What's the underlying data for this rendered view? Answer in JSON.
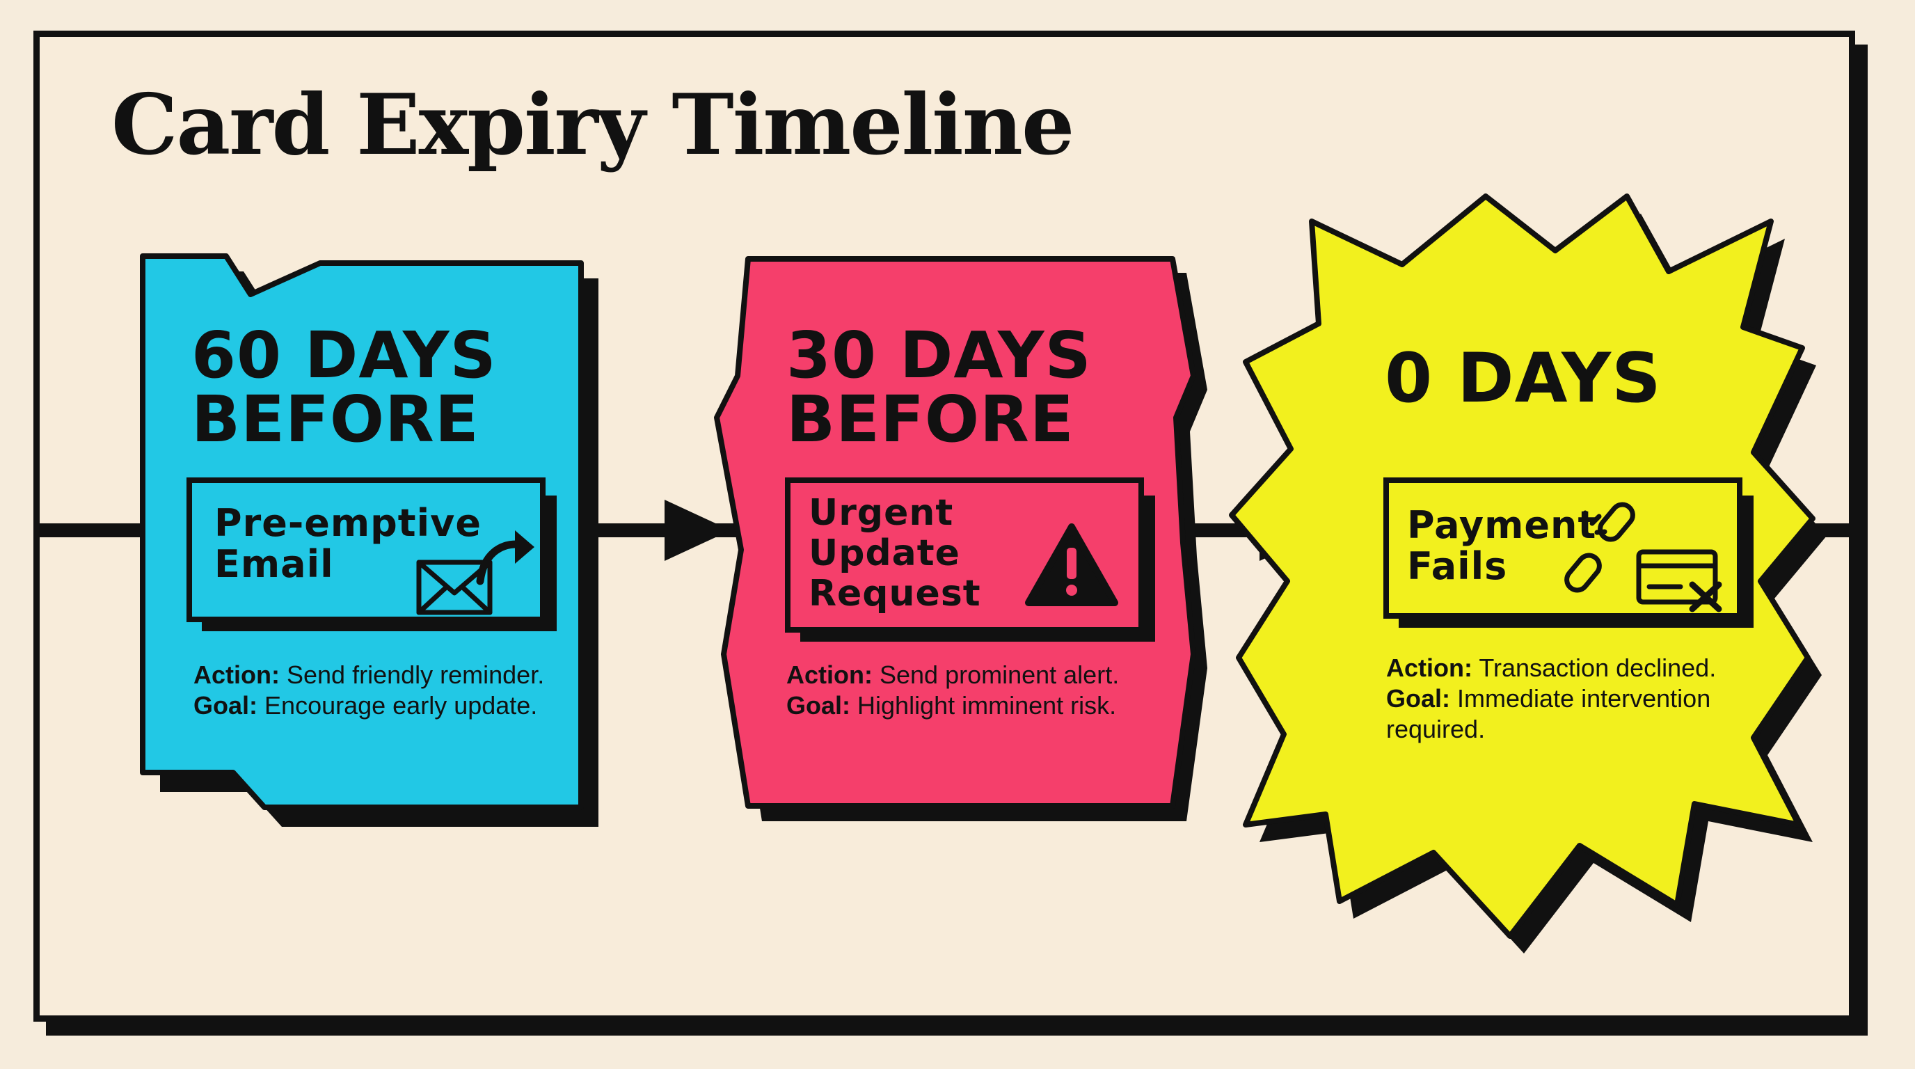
{
  "title": "Card Expiry Timeline",
  "colors": {
    "background": "#f6ecdc",
    "ink": "#111111",
    "stage_60": "#22c8e5",
    "stage_30": "#f53f6b",
    "stage_0": "#f2f01e"
  },
  "stages": [
    {
      "title_line1": "60 DAYS",
      "title_line2": "BEFORE",
      "box_lines": [
        "Pre-emptive",
        "Email"
      ],
      "icon": "envelope-forward-icon",
      "action_label": "Action:",
      "action_text": "Send friendly reminder.",
      "goal_label": "Goal:",
      "goal_text": "Encourage early update."
    },
    {
      "title_line1": "30 DAYS",
      "title_line2": "BEFORE",
      "box_lines": [
        "Urgent",
        "Update",
        "Request"
      ],
      "icon": "warning-icon",
      "action_label": "Action:",
      "action_text": "Send prominent alert.",
      "goal_label": "Goal:",
      "goal_text": "Highlight imminent risk."
    },
    {
      "title_line1": "0 DAYS",
      "box_lines": [
        "Payment",
        "Fails"
      ],
      "icon": "broken-link-card-declined-icon",
      "action_label": "Action:",
      "action_text": "Transaction declined.",
      "goal_label": "Goal:",
      "goal_text_line1": "Immediate intervention",
      "goal_text_line2": "required."
    }
  ]
}
